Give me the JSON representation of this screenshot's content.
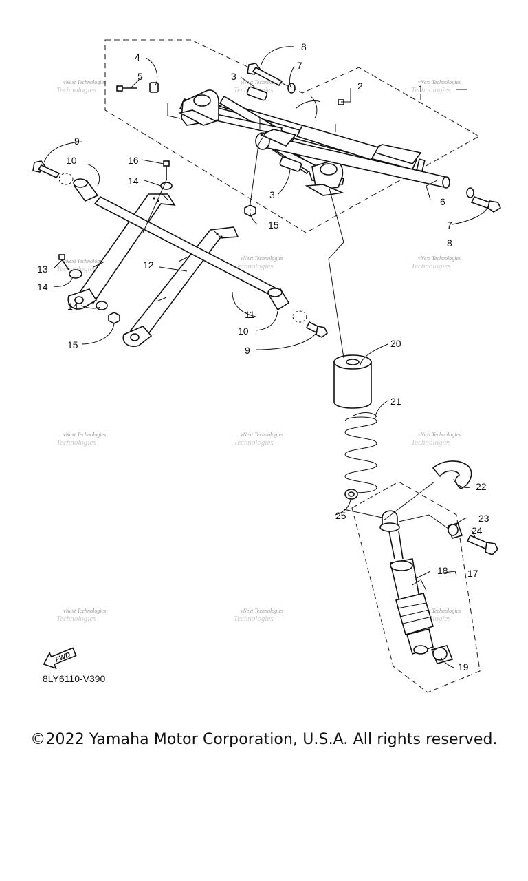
{
  "diagram": {
    "code": "8LY6110-V390",
    "fwd_label": "FWD",
    "watermark_primary": "vNext Technologies",
    "watermark_secondary": "Technologies"
  },
  "callouts": [
    {
      "id": "c1",
      "text": "1"
    },
    {
      "id": "c2",
      "text": "2"
    },
    {
      "id": "c3a",
      "text": "3"
    },
    {
      "id": "c3b",
      "text": "3"
    },
    {
      "id": "c4",
      "text": "4"
    },
    {
      "id": "c5",
      "text": "5"
    },
    {
      "id": "c6",
      "text": "6"
    },
    {
      "id": "c7a",
      "text": "7"
    },
    {
      "id": "c7b",
      "text": "7"
    },
    {
      "id": "c8a",
      "text": "8"
    },
    {
      "id": "c8b",
      "text": "8"
    },
    {
      "id": "c9a",
      "text": "9"
    },
    {
      "id": "c9b",
      "text": "9"
    },
    {
      "id": "c10a",
      "text": "10"
    },
    {
      "id": "c10b",
      "text": "10"
    },
    {
      "id": "c11",
      "text": "11"
    },
    {
      "id": "c12",
      "text": "12"
    },
    {
      "id": "c13",
      "text": "13"
    },
    {
      "id": "c14a",
      "text": "14"
    },
    {
      "id": "c14b",
      "text": "14"
    },
    {
      "id": "c14c",
      "text": "14"
    },
    {
      "id": "c15a",
      "text": "15"
    },
    {
      "id": "c15b",
      "text": "15"
    },
    {
      "id": "c16",
      "text": "16"
    },
    {
      "id": "c17",
      "text": "17"
    },
    {
      "id": "c18",
      "text": "18"
    },
    {
      "id": "c19",
      "text": "19"
    },
    {
      "id": "c20",
      "text": "20"
    },
    {
      "id": "c21",
      "text": "21"
    },
    {
      "id": "c22",
      "text": "22"
    },
    {
      "id": "c23",
      "text": "23"
    },
    {
      "id": "c24",
      "text": "24"
    },
    {
      "id": "c25",
      "text": "25"
    }
  ],
  "copyright": "©2022 Yamaha Motor Corporation, U.S.A. All rights reserved."
}
